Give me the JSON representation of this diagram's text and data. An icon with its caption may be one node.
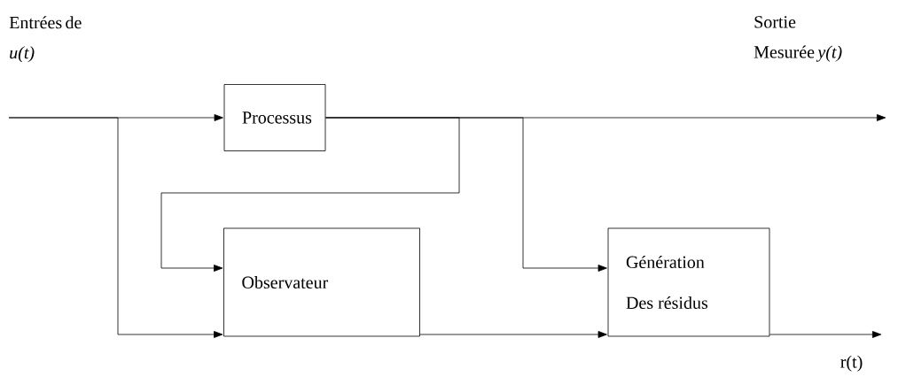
{
  "diagram": {
    "nodes": [
      {
        "text": [
          "Processus"
        ]
      },
      {
        "text": [
          "Observateur"
        ]
      },
      {
        "text": [
          "Génération Des résidus"
        ]
      }
    ],
    "edges": [
      {
        "from": null,
        "to": 0,
        "arrow": "to"
      },
      {
        "from": null,
        "to": 1,
        "arrow": "to"
      },
      {
        "from": 0,
        "to": null,
        "arrow": "to"
      },
      {
        "from": 0,
        "to": 1,
        "arrow": "to"
      },
      {
        "from": 0,
        "to": 2,
        "arrow": "to"
      },
      {
        "from": 1,
        "to": 2,
        "arrow": "to"
      },
      {
        "from": 2,
        "to": null,
        "arrow": "to"
      }
    ],
    "labels": [
      "Entrées de *u(t)*",
      "Sortie Mesurée *y(t)*",
      "r(t)"
    ]
  }
}
